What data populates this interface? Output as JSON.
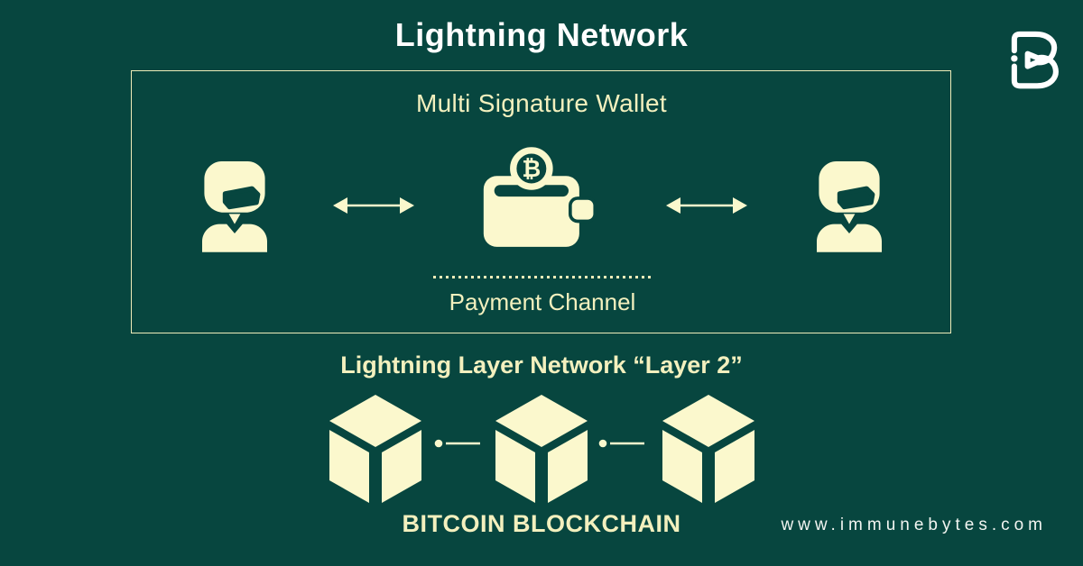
{
  "header": {
    "title": "Lightning Network"
  },
  "logo": {
    "name": "immunebytes-logo"
  },
  "multisig_box": {
    "title": "Multi Signature Wallet",
    "payment_channel_label": "Payment Channel",
    "participants": [
      "user-left",
      "user-right"
    ],
    "wallet_symbol": "₿"
  },
  "layer2_label": "Lightning Layer Network “Layer 2”",
  "blockchain": {
    "label": "BITCOIN BLOCKCHAIN",
    "block_count": 3
  },
  "website": "www.immunebytes.com",
  "colors": {
    "background": "#07463F",
    "cream": "#FBF8CD",
    "text_cream": "#F3F0BE",
    "box_border": "#EFECB9",
    "white": "#FFFFFF"
  }
}
